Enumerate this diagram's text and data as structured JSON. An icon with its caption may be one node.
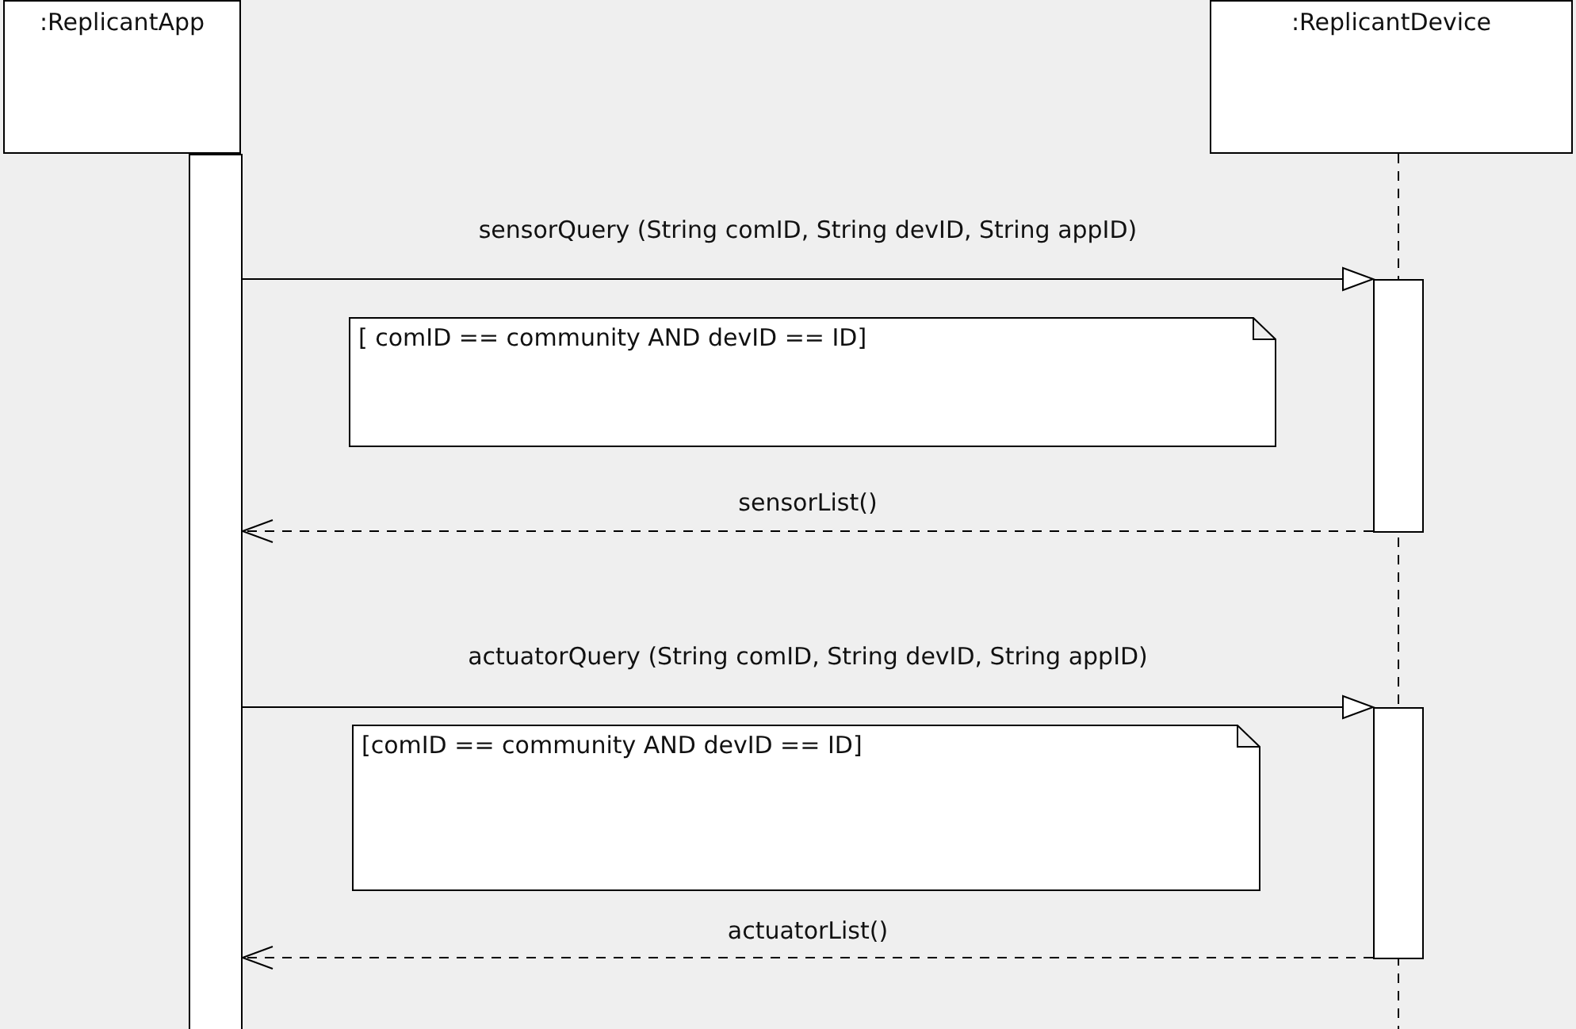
{
  "diagram": {
    "nodes": [
      {
        "text": [
          ":ReplicantApp"
        ]
      },
      {
        "text": [
          ":ReplicantDevice"
        ]
      },
      {
        "text": [],
        "shape": "bar"
      },
      {
        "text": [],
        "shape": "bar"
      },
      {
        "text": [],
        "shape": "bar"
      },
      {
        "text": [
          "[ comID == community AND devID == ID]"
        ]
      },
      {
        "text": [
          "[comID == community AND devID == ID]"
        ]
      }
    ],
    "edges": [
      {
        "from": 2,
        "to": 3,
        "arrow": "to",
        "label": "sensorQuery (String comID, String devID, String appID)"
      },
      {
        "from": 3,
        "to": 2,
        "arrow": "to",
        "style": "dashed",
        "label": "sensorList()"
      },
      {
        "from": 2,
        "to": 4,
        "arrow": "to",
        "label": "actuatorQuery (String comID, String devID, String appID)"
      },
      {
        "from": 4,
        "to": 2,
        "arrow": "to",
        "style": "dashed",
        "label": "actuatorList()"
      }
    ]
  }
}
